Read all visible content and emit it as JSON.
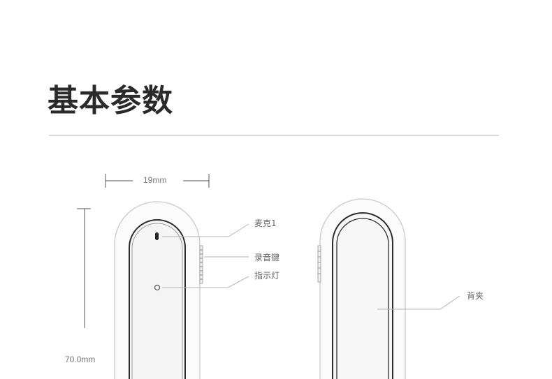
{
  "heading": "基本参数",
  "dimensions": {
    "width": "19mm",
    "height": "70.0mm"
  },
  "callouts": {
    "mic": "麦克1",
    "record_key": "录音键",
    "indicator": "指示灯",
    "back_clip": "背夹"
  }
}
